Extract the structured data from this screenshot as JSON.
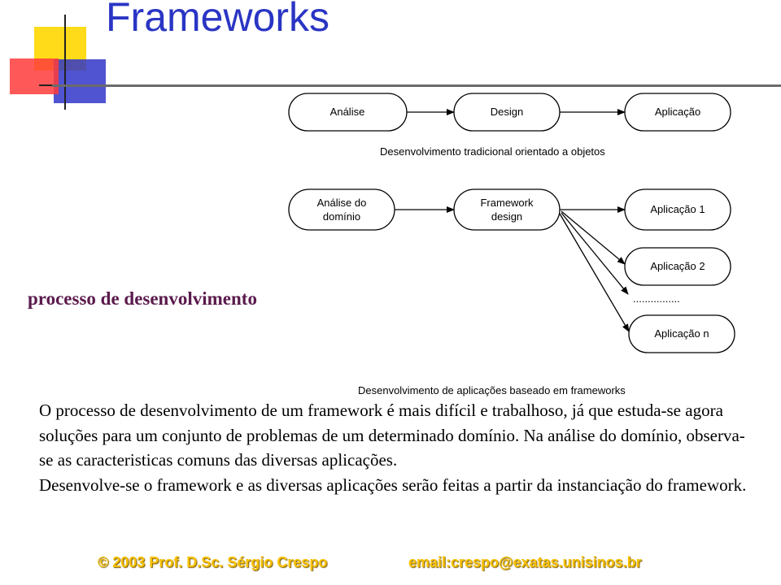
{
  "slide": {
    "title": "Frameworks",
    "subheading": "processo de desenvolvimento",
    "body_paragraphs": [
      "O processo de desenvolvimento de um framework é mais difícil e trabalhoso, já que estuda-se agora soluções para um conjunto de problemas de um determinado domínio. Na análise do domínio, observa-se as caracteristicas comuns das diversas aplicações.",
      "Desenvolve-se o framework e as diversas aplicações serão feitas a partir da instanciação do framework."
    ],
    "footer": {
      "copyright": "© 2003  Prof. D.Sc. Sérgio Crespo",
      "email": "email:crespo@exatas.unisinos.br"
    }
  },
  "diagram": {
    "traditional": {
      "nodes": [
        "Análise",
        "Design",
        "Aplicação"
      ],
      "caption": "Desenvolvimento  tradicional  orientado  a  objetos"
    },
    "framework_based": {
      "node_analysis": [
        "Análise  do",
        "domínio"
      ],
      "node_framework": [
        "Framework",
        "design"
      ],
      "apps": [
        "Aplicação  1",
        "Aplicação  2",
        "Aplicação  n"
      ],
      "ellipsis": "................",
      "caption": "Desenvolvimento  de  aplicações  baseado  em  frameworks"
    }
  },
  "colors": {
    "title": "#2a35c4",
    "subheading": "#5a1a4c",
    "footer": "#f7c000",
    "logo_yellow": "#ffd700",
    "logo_red": "#ff3b3b",
    "logo_blue": "#3236c8"
  }
}
